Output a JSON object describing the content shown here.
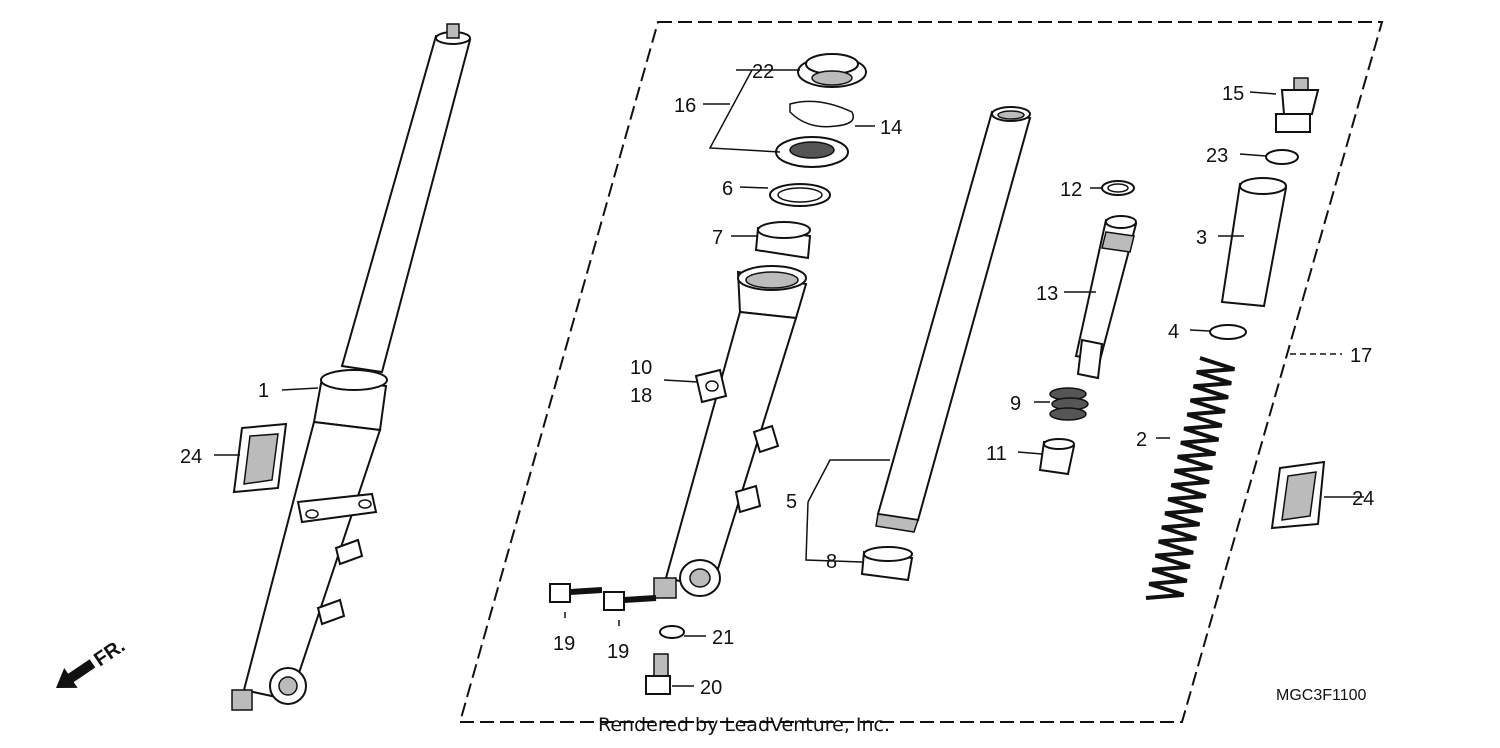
{
  "diagram": {
    "callouts": {
      "c1": "1",
      "c2": "2",
      "c3": "3",
      "c4": "4",
      "c5": "5",
      "c6": "6",
      "c7": "7",
      "c8": "8",
      "c9": "9",
      "c10": "10",
      "c11": "11",
      "c12": "12",
      "c13": "13",
      "c14": "14",
      "c15": "15",
      "c16": "16",
      "c17": "17",
      "c18": "18",
      "c19a": "19",
      "c19b": "19",
      "c20": "20",
      "c21": "21",
      "c22": "22",
      "c23": "23",
      "c24a": "24",
      "c24b": "24"
    },
    "direction_label": "FR.",
    "diagram_code": "MGC3F1100",
    "footer": "Rendered by LeadVenture, Inc."
  }
}
